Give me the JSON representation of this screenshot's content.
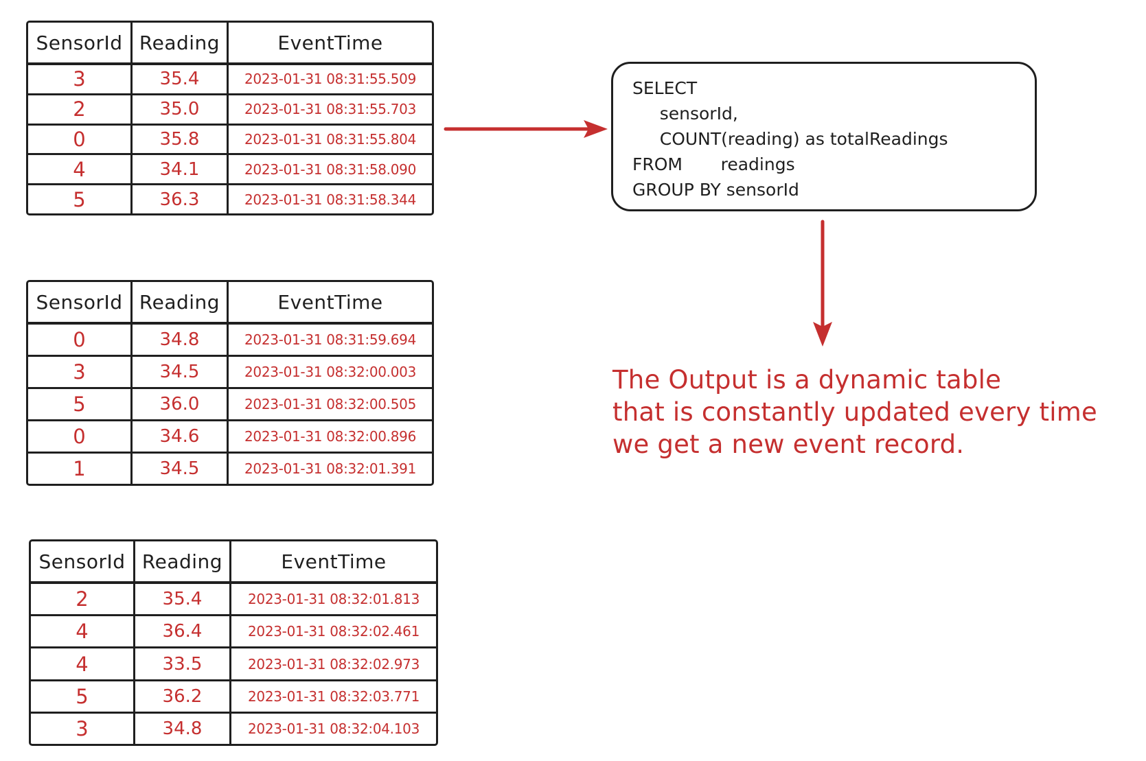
{
  "colors": {
    "ink": "#1f1f1f",
    "accent_red": "#c52f2f",
    "background": "#ffffff"
  },
  "tables": [
    {
      "headers": [
        "SensorId",
        "Reading",
        "EventTime"
      ],
      "rows": [
        [
          "3",
          "35.4",
          "2023-01-31 08:31:55.509"
        ],
        [
          "2",
          "35.0",
          "2023-01-31 08:31:55.703"
        ],
        [
          "0",
          "35.8",
          "2023-01-31 08:31:55.804"
        ],
        [
          "4",
          "34.1",
          "2023-01-31 08:31:58.090"
        ],
        [
          "5",
          "36.3",
          "2023-01-31 08:31:58.344"
        ]
      ]
    },
    {
      "headers": [
        "SensorId",
        "Reading",
        "EventTime"
      ],
      "rows": [
        [
          "0",
          "34.8",
          "2023-01-31 08:31:59.694"
        ],
        [
          "3",
          "34.5",
          "2023-01-31 08:32:00.003"
        ],
        [
          "5",
          "36.0",
          "2023-01-31 08:32:00.505"
        ],
        [
          "0",
          "34.6",
          "2023-01-31 08:32:00.896"
        ],
        [
          "1",
          "34.5",
          "2023-01-31 08:32:01.391"
        ]
      ]
    },
    {
      "headers": [
        "SensorId",
        "Reading",
        "EventTime"
      ],
      "rows": [
        [
          "2",
          "35.4",
          "2023-01-31 08:32:01.813"
        ],
        [
          "4",
          "36.4",
          "2023-01-31 08:32:02.461"
        ],
        [
          "4",
          "33.5",
          "2023-01-31 08:32:02.973"
        ],
        [
          "5",
          "36.2",
          "2023-01-31 08:32:03.771"
        ],
        [
          "3",
          "34.8",
          "2023-01-31 08:32:04.103"
        ]
      ]
    }
  ],
  "sql_box": {
    "lines": [
      "SELECT",
      "     sensorId,",
      "     COUNT(reading) as totalReadings",
      "FROM       readings",
      "GROUP BY sensorId"
    ]
  },
  "annotation": {
    "lines": [
      "The Output is a dynamic table",
      "that is constantly updated every time",
      "we get a new event record."
    ]
  }
}
